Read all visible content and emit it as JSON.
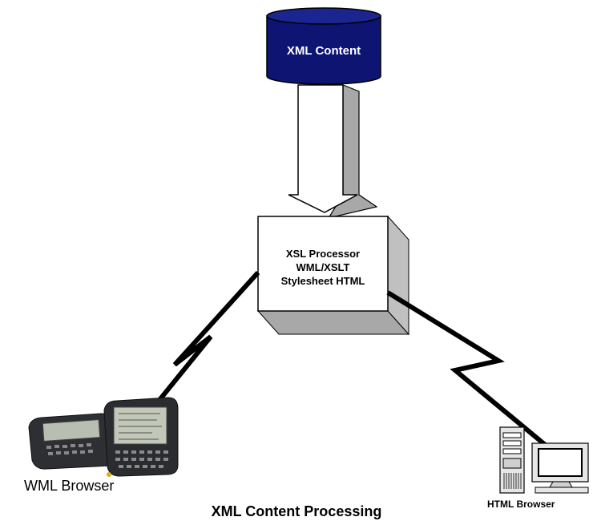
{
  "nodes": {
    "database": {
      "label": "XML Content",
      "color": "#0d1472"
    },
    "processor": {
      "lines": [
        "XSL Processor",
        "WML/XSLT",
        "Stylesheet HTML"
      ]
    },
    "wml_client": {
      "label": "WML Browser"
    },
    "html_client": {
      "label": "HTML Browser"
    }
  },
  "caption": "XML Content Processing"
}
